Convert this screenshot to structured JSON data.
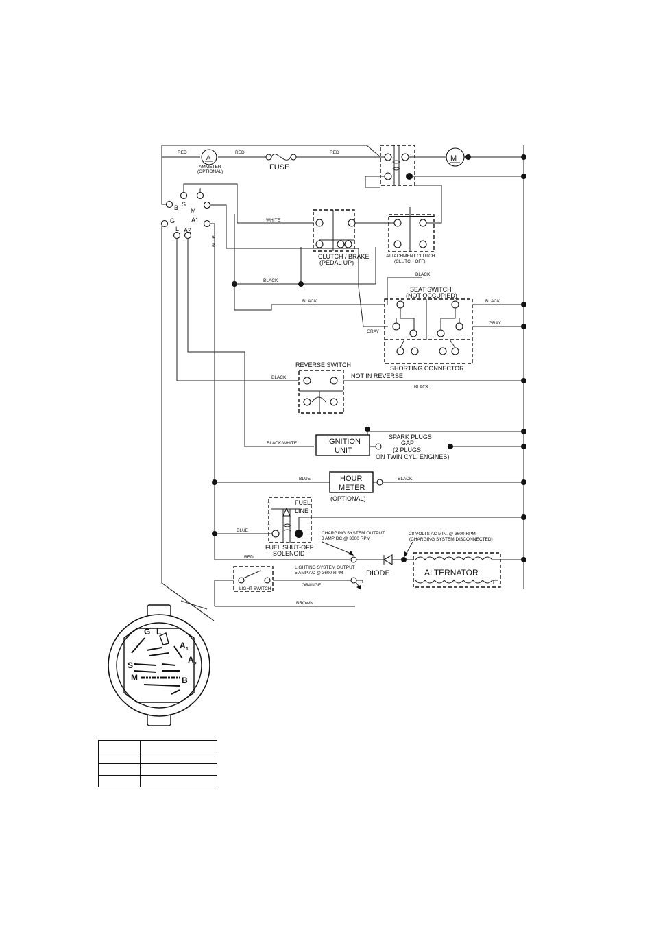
{
  "labels": {
    "ammeter_letter": "A",
    "ammeter_name": "AMMETER",
    "ammeter_optional": "(OPTIONAL)",
    "fuse": "FUSE",
    "motor_letter": "M",
    "ign_b": "B",
    "ign_s": "S",
    "ign_m": "M",
    "ign_g": "G",
    "ign_a1": "A1",
    "ign_l": "L",
    "ign_a2": "A2",
    "clutch_brake_1": "CLUTCH / BRAKE",
    "clutch_brake_2": "(PEDAL UP)",
    "attach_clutch_1": "ATTACHMENT CLUTCH",
    "attach_clutch_2": "(CLUTCH OFF)",
    "seat_switch_1": "SEAT SWITCH",
    "seat_switch_2": "(NOT OCCUPIED)",
    "shorting_connector": "SHORTING CONNECTOR",
    "reverse_switch": "REVERSE SWITCH",
    "not_in_reverse": "NOT IN REVERSE",
    "ignition_unit_1": "IGNITION",
    "ignition_unit_2": "UNIT",
    "spark_plugs_1": "SPARK PLUGS",
    "spark_plugs_2": "GAP",
    "spark_plugs_3": "(2 PLUGS",
    "spark_plugs_4": "ON TWIN CYL. ENGINES)",
    "hour_meter_1": "HOUR",
    "hour_meter_2": "METER",
    "hour_meter_optional": "(OPTIONAL)",
    "fuel_1": "FUEL",
    "fuel_2": "LINE",
    "fuel_solenoid_1": "FUEL SHUT-OFF",
    "fuel_solenoid_2": "SOLENOID",
    "charging_1": "CHARGING SYSTEM OUTPUT",
    "charging_2": "3 AMP DC @ 3600 RPM",
    "volts_1": "28 VOLTS AC MIN. @ 3600 RPM",
    "volts_2": "(CHARGING SYSTEM DISCONNECTED)",
    "lighting_1": "LIGHTING SYSTEM OUTPUT",
    "lighting_2": "5 AMP AC @ 3600 RPM",
    "diode": "DIODE",
    "alternator": "ALTERNATOR",
    "light_switch": "LIGHT SWITCH"
  },
  "wires": {
    "red_top_1": "RED",
    "red_top_2": "RED",
    "red_top_3": "RED",
    "white": "WHITE",
    "blue_vertical": "BLUE",
    "black_clutch": "BLACK",
    "black_attach": "BLACK",
    "black_seat": "BLACK",
    "black_seat_right": "BLACK",
    "gray_seat": "GRAY",
    "gray_seat_right": "GRAY",
    "black_reverse": "BLACK",
    "black_reverse_right": "BLACK",
    "black_white": "BLACK/WHITE",
    "blue_hour": "BLUE",
    "black_hour": "BLACK",
    "blue_solenoid": "BLUE",
    "red_bottom": "RED",
    "orange": "ORANGE",
    "brown": "BROWN"
  },
  "connector": {
    "g": "G",
    "l": "L",
    "a1": "A",
    "a1_sub": "1",
    "s": "S",
    "a2": "A",
    "a2_sub": "2",
    "m": "M",
    "b": "B"
  },
  "legend_table": [
    [
      "",
      ""
    ],
    [
      "",
      ""
    ],
    [
      "",
      ""
    ],
    [
      "",
      ""
    ]
  ]
}
